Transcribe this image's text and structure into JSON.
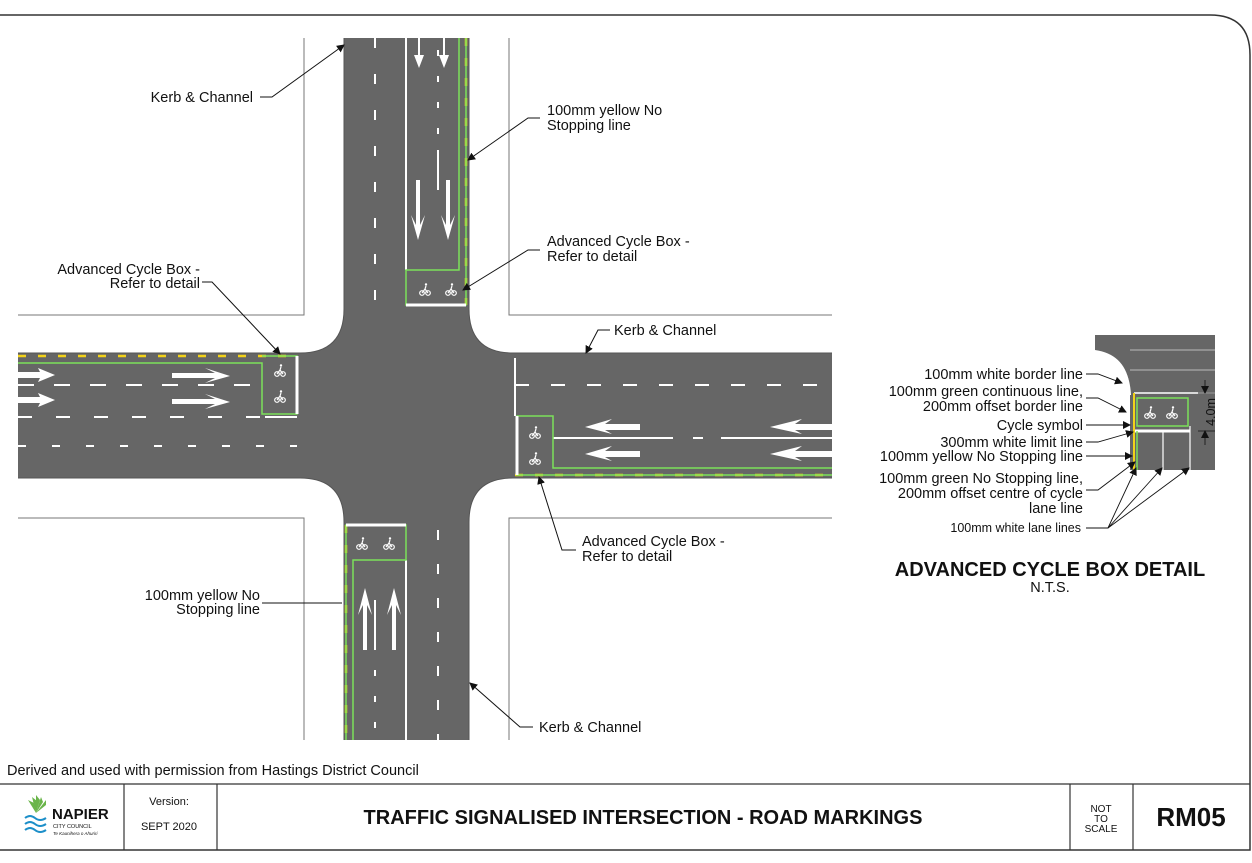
{
  "labels": {
    "kerb_top_left": "Kerb & Channel",
    "kerb_right": "Kerb & Channel",
    "kerb_bottom": "Kerb & Channel",
    "yellow_top": [
      "100mm yellow No",
      "Stopping line"
    ],
    "yellow_bottom": [
      "100mm yellow No",
      "Stopping line"
    ],
    "acb_top": [
      "Advanced Cycle Box -",
      "Refer to detail"
    ],
    "acb_left": [
      "Advanced Cycle Box -",
      "Refer to detail"
    ],
    "acb_bottom": [
      "Advanced Cycle Box -",
      "Refer to detail"
    ]
  },
  "detail": {
    "title": "ADVANCED CYCLE BOX DETAIL",
    "subtitle": "N.T.S.",
    "dimension": "4.0m",
    "callouts": {
      "white_border": "100mm white border line",
      "green_cont_1": "100mm green continuous line,",
      "green_cont_2": "200mm offset border line",
      "cycle_symbol": "Cycle symbol",
      "limit_line": "300mm white limit line",
      "yellow_line": "100mm yellow No Stopping line",
      "green_ns_1": "100mm green No Stopping line,",
      "green_ns_2": "200mm offset centre of cycle",
      "green_ns_3": "lane line",
      "lane_lines": "100mm white lane lines"
    }
  },
  "footer": {
    "credit": "Derived and used with permission from Hastings District Council",
    "logo_name": "NAPIER",
    "logo_sub": "CITY COUNCIL",
    "logo_tag": "Te Kaunihera o Ahuriri",
    "version_label": "Version:",
    "version_value": "SEPT 2020",
    "title": "TRAFFIC SIGNALISED INTERSECTION - ROAD MARKINGS",
    "scale": [
      "NOT",
      "TO",
      "SCALE"
    ],
    "code": "RM05"
  },
  "colors": {
    "road": "#666666",
    "green": "#7be05a",
    "yellow": "#f2d21a",
    "white": "#ffffff"
  }
}
